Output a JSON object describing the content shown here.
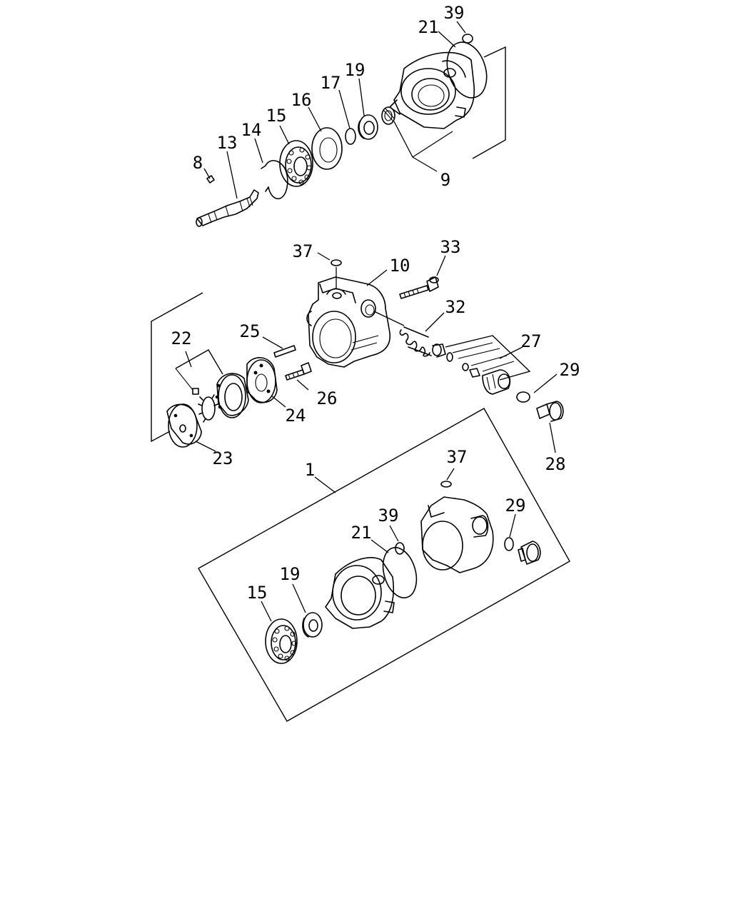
{
  "callouts": [
    {
      "id": "c39a",
      "text": "39"
    },
    {
      "id": "c21a",
      "text": "21"
    },
    {
      "id": "c19a",
      "text": "19"
    },
    {
      "id": "c17",
      "text": "17"
    },
    {
      "id": "c16",
      "text": "16"
    },
    {
      "id": "c15a",
      "text": "15"
    },
    {
      "id": "c14",
      "text": "14"
    },
    {
      "id": "c13",
      "text": "13"
    },
    {
      "id": "c8",
      "text": "8"
    },
    {
      "id": "c9",
      "text": "9"
    },
    {
      "id": "c37a",
      "text": "37"
    },
    {
      "id": "c10",
      "text": "10"
    },
    {
      "id": "c33",
      "text": "33"
    },
    {
      "id": "c32",
      "text": "32"
    },
    {
      "id": "c25",
      "text": "25"
    },
    {
      "id": "c22",
      "text": "22"
    },
    {
      "id": "c27",
      "text": "27"
    },
    {
      "id": "c29a",
      "text": "29"
    },
    {
      "id": "c26",
      "text": "26"
    },
    {
      "id": "c24",
      "text": "24"
    },
    {
      "id": "c23",
      "text": "23"
    },
    {
      "id": "c28",
      "text": "28"
    },
    {
      "id": "c1",
      "text": "1"
    },
    {
      "id": "c37b",
      "text": "37"
    },
    {
      "id": "c39b",
      "text": "39"
    },
    {
      "id": "c29b",
      "text": "29"
    },
    {
      "id": "c21b",
      "text": "21"
    },
    {
      "id": "c19b",
      "text": "19"
    },
    {
      "id": "c15b",
      "text": "15"
    }
  ]
}
